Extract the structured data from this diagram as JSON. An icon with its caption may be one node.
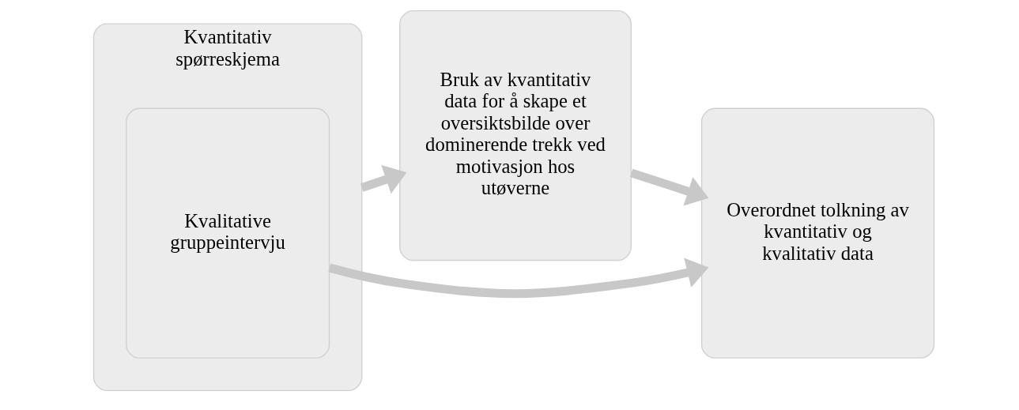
{
  "diagram": {
    "nodes": [
      {
        "text": [
          "Kvantitativ spørreskjema"
        ]
      },
      {
        "text": [
          "Kvalitative gruppeintervju"
        ],
        "in": 0
      },
      {
        "text": [
          "Bruk av kvantitativ data for å skape et oversiktsbilde over dominerende trekk ved motivasjon hos utøverne"
        ]
      },
      {
        "text": [
          "Overordnet tolkning av kvantitativ og kvalitativ data"
        ]
      }
    ],
    "edges": [
      {
        "from": 0,
        "to": 2,
        "arrow": "to"
      },
      {
        "from": 2,
        "to": 3,
        "arrow": "to"
      },
      {
        "from": 1,
        "to": 3,
        "arrow": "to"
      }
    ]
  }
}
